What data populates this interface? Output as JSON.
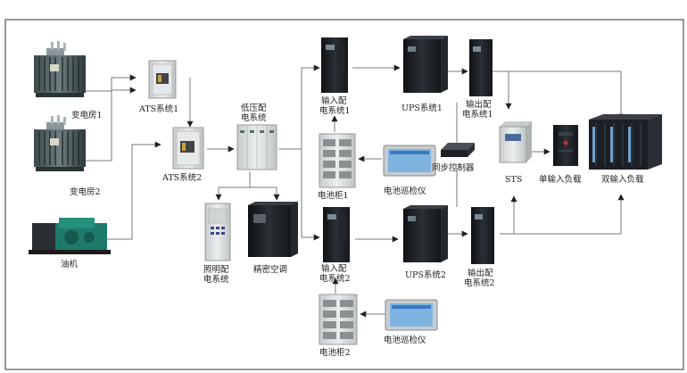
{
  "labels": {
    "transformer1": "变电房1",
    "transformer2": "变电房2",
    "generator": "油机",
    "ats1": "ATS系统1",
    "ats2": "ATS系统2",
    "lv_dist_1": "低压配",
    "lv_dist_2": "电系统",
    "lighting_1": "照明配",
    "lighting_2": "电系统",
    "precision_ac": "精密空调",
    "input_dist1_1": "输入配",
    "input_dist1_2": "电系统1",
    "input_dist2_1": "输入配",
    "input_dist2_2": "电系统2",
    "battery_cab1": "电池柜1",
    "battery_cab2": "电池柜2",
    "battery_monitor1": "电池巡检仪",
    "battery_monitor2": "电池巡检仪",
    "ups1": "UPS系统1",
    "ups2": "UPS系统2",
    "sync_controller": "同步控制器",
    "output_dist1_1": "输出配",
    "output_dist1_2": "电系统1",
    "output_dist2_1": "输出配",
    "output_dist2_2": "电系统2",
    "sts": "STS",
    "single_load": "单输入负载",
    "dual_load": "双输入负载"
  },
  "colors": {
    "line": "#7a7a7a",
    "cabinet_dark": "#1c1f24",
    "cabinet_light": "#d9dcdc",
    "monitor_screen": "#7fb3e0"
  }
}
